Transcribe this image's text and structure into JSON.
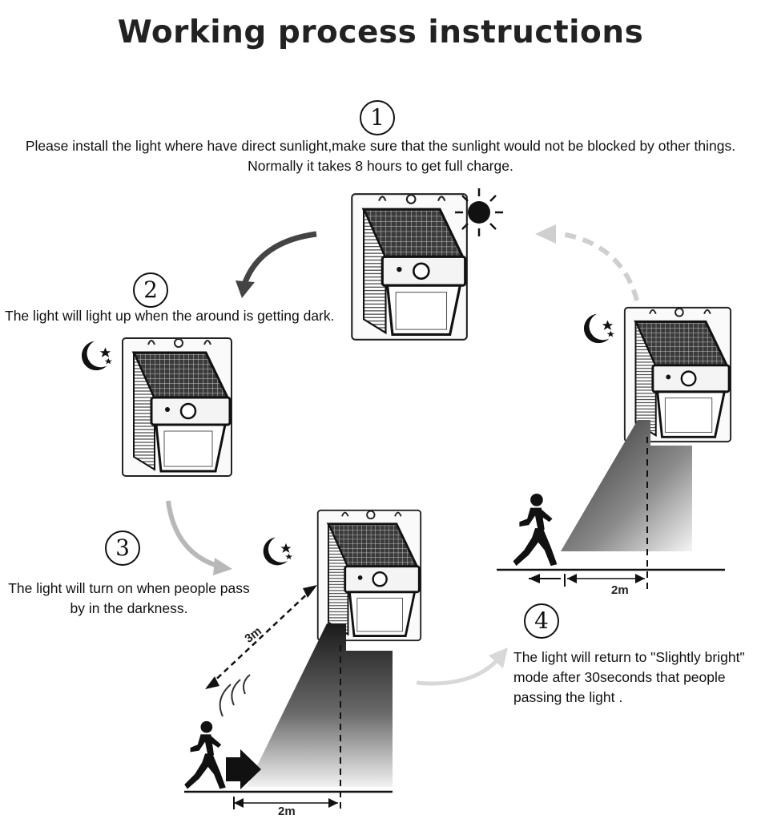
{
  "title": "Working process instructions",
  "steps": [
    {
      "number": "1",
      "lines": [
        "Please install the light where have direct sunlight,make sure that the sunlight would not be blocked by other things.",
        "Normally it takes 8 hours to get full charge."
      ]
    },
    {
      "number": "2",
      "lines": [
        "The light will light up when the around is getting dark."
      ]
    },
    {
      "number": "3",
      "lines": [
        "The light will turn on when people pass",
        "by in the darkness."
      ]
    },
    {
      "number": "4",
      "lines": [
        "The light will return to \"Slightly bright\"",
        "mode after 30seconds that people",
        "passing the light ."
      ]
    }
  ],
  "measurements": {
    "detect_range": "3m",
    "distance_step3": "2m",
    "distance_step4": "2m"
  },
  "icons": [
    "sun-icon",
    "moon-stars-icon",
    "running-person-icon",
    "solar-lamp-icon",
    "motion-waves-icon",
    "curved-arrow-icon"
  ]
}
